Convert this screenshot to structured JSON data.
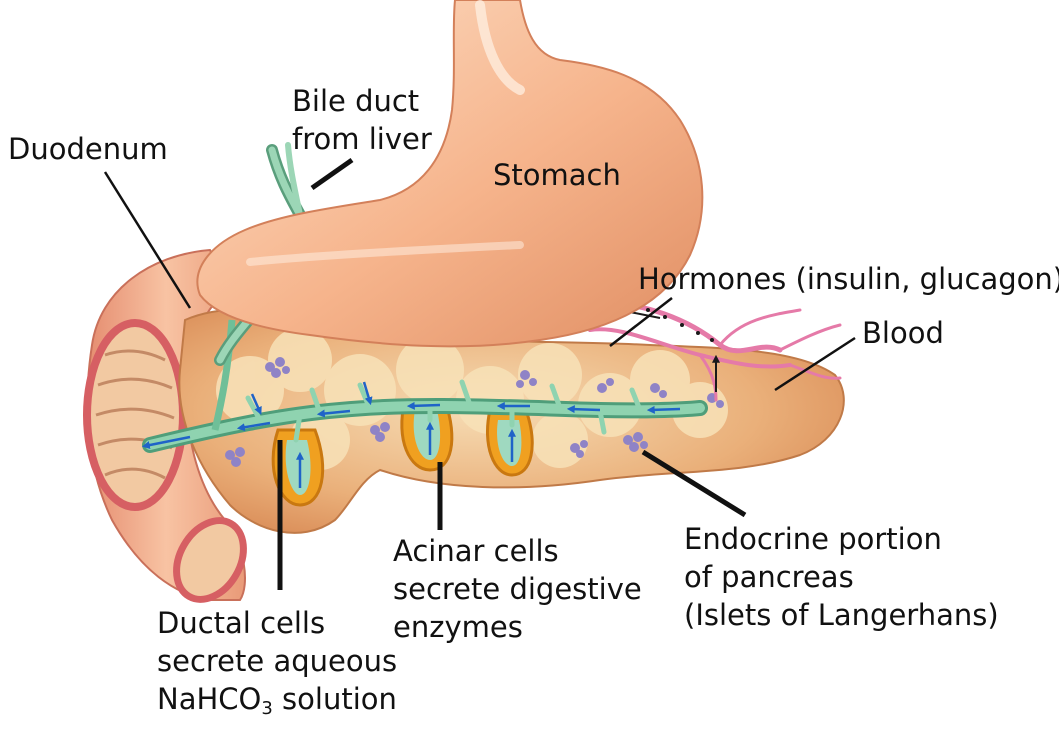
{
  "labels": {
    "bile_duct": [
      "Bile duct",
      "from liver"
    ],
    "duodenum": "Duodenum",
    "stomach": "Stomach",
    "hormones": "Hormones (insulin, glucagon)",
    "blood": "Blood",
    "ductal_cells": [
      "Ductal cells",
      "secrete aqueous"
    ],
    "ductal_formula": {
      "prefix": "NaHCO",
      "subscript": "3",
      "suffix": " solution"
    },
    "acinar_cells": [
      "Acinar cells",
      "secrete digestive",
      "enzymes"
    ],
    "endocrine": [
      "Endocrine portion",
      "of pancreas",
      "(Islets of Langerhans)"
    ]
  },
  "colors": {
    "stomach": "#f6b48c",
    "stomach_highlight": "#fde0c8",
    "pancreas": "#e7a26c",
    "pancreas_light": "#f8e2b8",
    "duodenum": "#f2b08e",
    "duodenum_lumen": "#e06b6b",
    "duct": "#8fd3b0",
    "duct_dark": "#4f9e7a",
    "flow_arrow": "#1f63c8",
    "islet": "#8f83c6",
    "blood_vessel": "#e57aa8",
    "acinus": "#f0a020",
    "leader_line": "#111111"
  }
}
